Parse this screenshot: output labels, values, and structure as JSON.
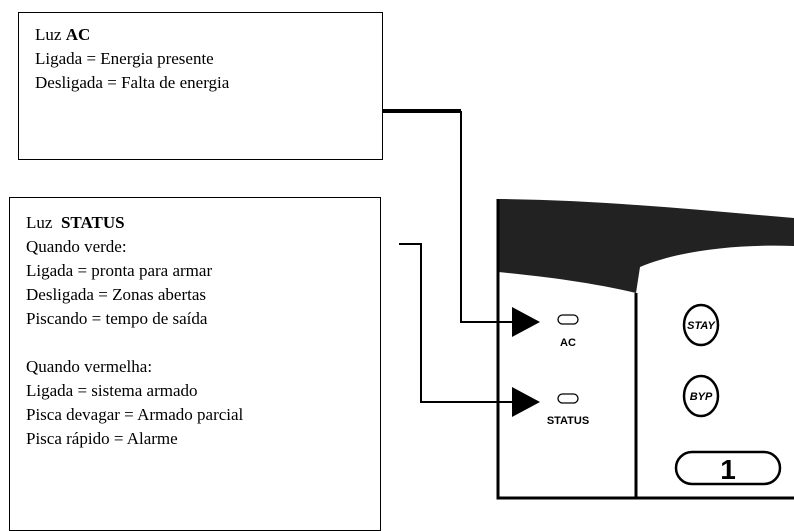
{
  "ac_box": {
    "title_prefix": "Luz ",
    "title_bold": "AC",
    "lines": [
      "Ligada = Energia presente",
      "Desligada = Falta de energia"
    ]
  },
  "status_box": {
    "title_prefix": "Luz  ",
    "title_bold": "STATUS",
    "lines_green": [
      "Quando verde:",
      "Ligada = pronta para armar",
      "Desligada = Zonas abertas",
      "Piscando = tempo de saída"
    ],
    "lines_red": [
      "Quando vermelha:",
      "Ligada = sistema armado",
      "Pisca devagar = Armado parcial",
      "Pisca rápido = Alarme"
    ]
  },
  "panel": {
    "ac_label": "AC",
    "status_label": "STATUS",
    "stay_button": "STAY",
    "byp_button": "BYP",
    "key_1": "1"
  }
}
